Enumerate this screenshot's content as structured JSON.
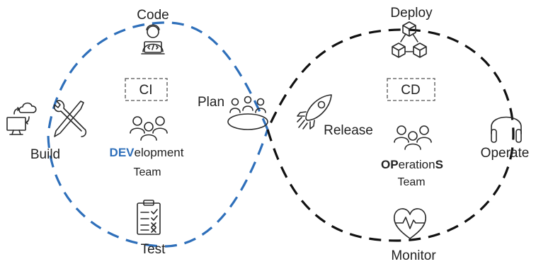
{
  "colors": {
    "dev_loop": "#2e6fba",
    "ops_loop": "#111111",
    "accent_text": "#2e6fba"
  },
  "dev": {
    "code": "Code",
    "build": "Build",
    "test": "Test",
    "plan": "Plan",
    "ci": "CI",
    "team_abbr": "DEV",
    "team_rest": "elopment",
    "team_word": "Team"
  },
  "ops": {
    "deploy": "Deploy",
    "release": "Release",
    "operate": "Operate",
    "monitor": "Monitor",
    "cd": "CD",
    "team_bold1": "OP",
    "team_mid": "eration",
    "team_bold2": "S",
    "team_word": "Team"
  },
  "icons": {
    "code": "developer-laptop-icon",
    "build": "computer-cloud-sync-icon",
    "tools": "wrench-screwdriver-icon",
    "plan": "meeting-table-icon",
    "test": "checklist-clipboard-icon",
    "dev_team": "people-group-icon",
    "deploy": "cubes-network-icon",
    "release": "rocket-icon",
    "operate": "headphones-icon",
    "ops_team": "people-group-icon",
    "monitor": "heart-monitor-icon"
  }
}
